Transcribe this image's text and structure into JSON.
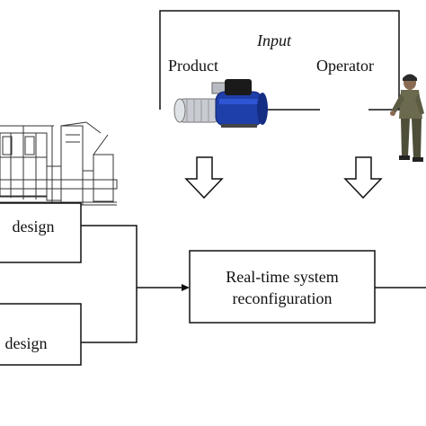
{
  "input_group": {
    "title": "Input",
    "product_label": "Product",
    "operator_label": "Operator"
  },
  "boxes": {
    "top_left": "design",
    "bottom_left": "design",
    "center_line1": "Real-time system",
    "center_line2": "reconfiguration"
  },
  "icons": {
    "machine": "assembly-line-machine-icon",
    "pump": "pump-product-icon",
    "operator": "operator-person-icon",
    "arrow": "hollow-down-arrow-icon"
  },
  "colors": {
    "line": "#111111",
    "pump_blue": "#1f3fa8",
    "pump_steel": "#c8ccd2",
    "operator_body": "#6b6a4f"
  }
}
